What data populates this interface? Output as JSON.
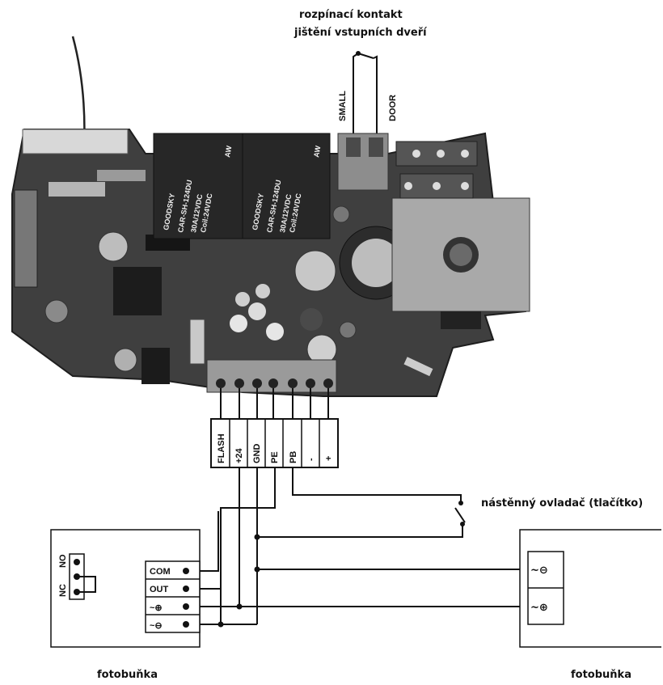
{
  "door_contact": {
    "title_line1": "rozpínací kontakt",
    "title_line2": "jištění vstupních dveří",
    "left_label": "SMALL",
    "right_label": "DOOR"
  },
  "relays": [
    {
      "brand": "GOODSKY",
      "model": "CAR-SH-124DU",
      "rating": "30A/12VDC",
      "coil": "Coil:24VDC",
      "mark": "AW"
    },
    {
      "brand": "GOODSKY",
      "model": "CAR-SH-124DU",
      "rating": "30A/12VDC",
      "coil": "Coil:24VDC",
      "mark": "AW"
    }
  ],
  "terminal_block": [
    "FLASH",
    "+24",
    "GND",
    "PE",
    "PB",
    "-",
    "+"
  ],
  "wall_button": {
    "label": "nástěnný ovladač (tlačítko)"
  },
  "photocell_left": {
    "caption": "fotobuňka",
    "relay_labels": [
      "NO",
      "NC"
    ],
    "terminals": [
      "COM",
      "OUT",
      "~⊕",
      "~⊖"
    ]
  },
  "photocell_right": {
    "caption": "fotobuňka",
    "terminals": [
      "~⊖",
      "~⊕"
    ]
  }
}
